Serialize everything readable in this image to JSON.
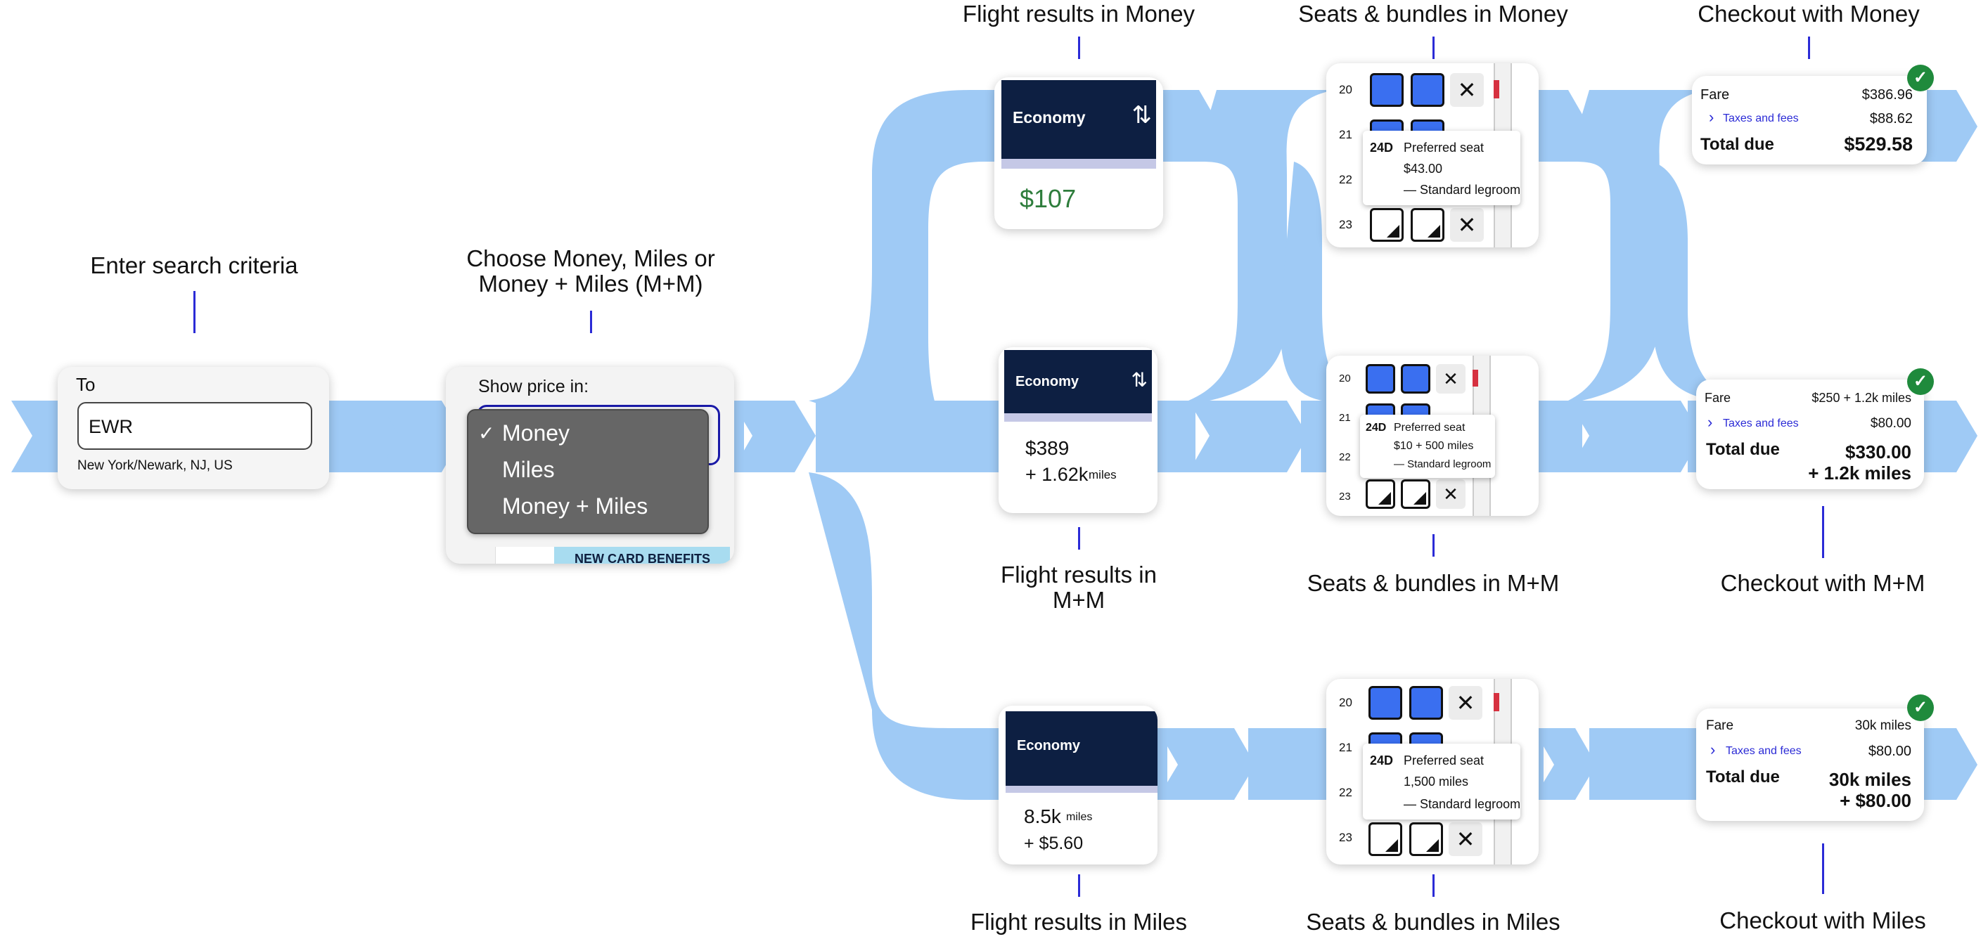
{
  "colors": {
    "flow": "#9fcaf5",
    "tick": "#2b2bd6",
    "navy": "#0d1f42",
    "seat_blue": "#3a6ff0",
    "green_price": "#2e7d3c",
    "check_green": "#1f8a3c",
    "link_blue": "#2b2bd6"
  },
  "labels": {
    "search": "Enter search criteria",
    "choose": "Choose Money, Miles or\nMoney + Miles (M+M)",
    "flight_money": "Flight results in Money",
    "seats_money": "Seats & bundles in Money",
    "checkout_money": "Checkout with Money",
    "flight_mm": "Flight results in\nM+M",
    "seats_mm": "Seats & bundles in M+M",
    "checkout_mm": "Checkout with M+M",
    "flight_miles": "Flight results in Miles",
    "seats_miles": "Seats & bundles in Miles",
    "checkout_miles": "Checkout with Miles"
  },
  "search_card": {
    "field_label": "To",
    "input_value": "EWR",
    "sub": "New York/Newark, NJ, US"
  },
  "price_card": {
    "heading": "Show price in:",
    "options": [
      "Money",
      "Miles",
      "Money + Miles"
    ],
    "selected_mark": "✓",
    "banner": "NEW CARD BENEFITS"
  },
  "flight_money": {
    "cabin": "Economy",
    "price": "$107"
  },
  "flight_mm": {
    "cabin": "Economy",
    "price": "$389",
    "miles": "+ 1.62k",
    "miles_unit": "miles"
  },
  "flight_miles": {
    "cabin": "Economy",
    "miles": "8.5k",
    "miles_unit": "miles",
    "cash": "+ $5.60"
  },
  "seat_rows": [
    "20",
    "21",
    "22",
    "23"
  ],
  "seats_money": {
    "seat": "24D",
    "name": "Preferred seat",
    "price": "$43.00",
    "note": "— Standard legroom"
  },
  "seats_mm": {
    "seat": "24D",
    "name": "Preferred seat",
    "price": "$10 + 500 miles",
    "note": "— Standard legroom"
  },
  "seats_miles": {
    "seat": "24D",
    "name": "Preferred seat",
    "price": "1,500 miles",
    "note": "— Standard legroom"
  },
  "checkout_money": {
    "fare_label": "Fare",
    "fare": "$386.96",
    "taxes_label": "Taxes and fees",
    "taxes": "$88.62",
    "total_label": "Total due",
    "total": "$529.58"
  },
  "checkout_mm": {
    "fare_label": "Fare",
    "fare": "$250 + 1.2k miles",
    "taxes_label": "Taxes and fees",
    "taxes": "$80.00",
    "total_label": "Total due",
    "total_1": "$330.00",
    "total_2": "+ 1.2k miles"
  },
  "checkout_miles": {
    "fare_label": "Fare",
    "fare": "30k miles",
    "taxes_label": "Taxes and fees",
    "taxes": "$80.00",
    "total_label": "Total due",
    "total_1": "30k miles",
    "total_2": "+ $80.00"
  },
  "icons": {
    "swap": "swap-arrows-icon",
    "close": "close-x-icon",
    "chevron": "chevron-right-icon",
    "check": "checkmark-icon"
  }
}
